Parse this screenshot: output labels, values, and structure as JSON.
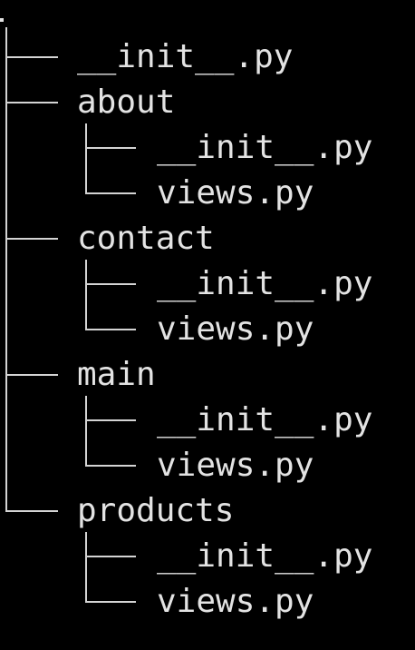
{
  "terminal": {
    "root": ".",
    "entries": [
      {
        "name": "__init__.py",
        "depth": 0,
        "type": "file"
      },
      {
        "name": "about",
        "depth": 0,
        "type": "dir"
      },
      {
        "name": "__init__.py",
        "depth": 1,
        "type": "file"
      },
      {
        "name": "views.py",
        "depth": 1,
        "type": "file"
      },
      {
        "name": "contact",
        "depth": 0,
        "type": "dir"
      },
      {
        "name": "__init__.py",
        "depth": 1,
        "type": "file"
      },
      {
        "name": "views.py",
        "depth": 1,
        "type": "file"
      },
      {
        "name": "main",
        "depth": 0,
        "type": "dir"
      },
      {
        "name": "__init__.py",
        "depth": 1,
        "type": "file"
      },
      {
        "name": "views.py",
        "depth": 1,
        "type": "file"
      },
      {
        "name": "products",
        "depth": 0,
        "type": "dir"
      },
      {
        "name": "__init__.py",
        "depth": 1,
        "type": "file"
      },
      {
        "name": "views.py",
        "depth": 1,
        "type": "file"
      }
    ]
  },
  "colors": {
    "background": "#000000",
    "text": "#e3e3e3",
    "tree_lines": "#d4d4d4"
  }
}
